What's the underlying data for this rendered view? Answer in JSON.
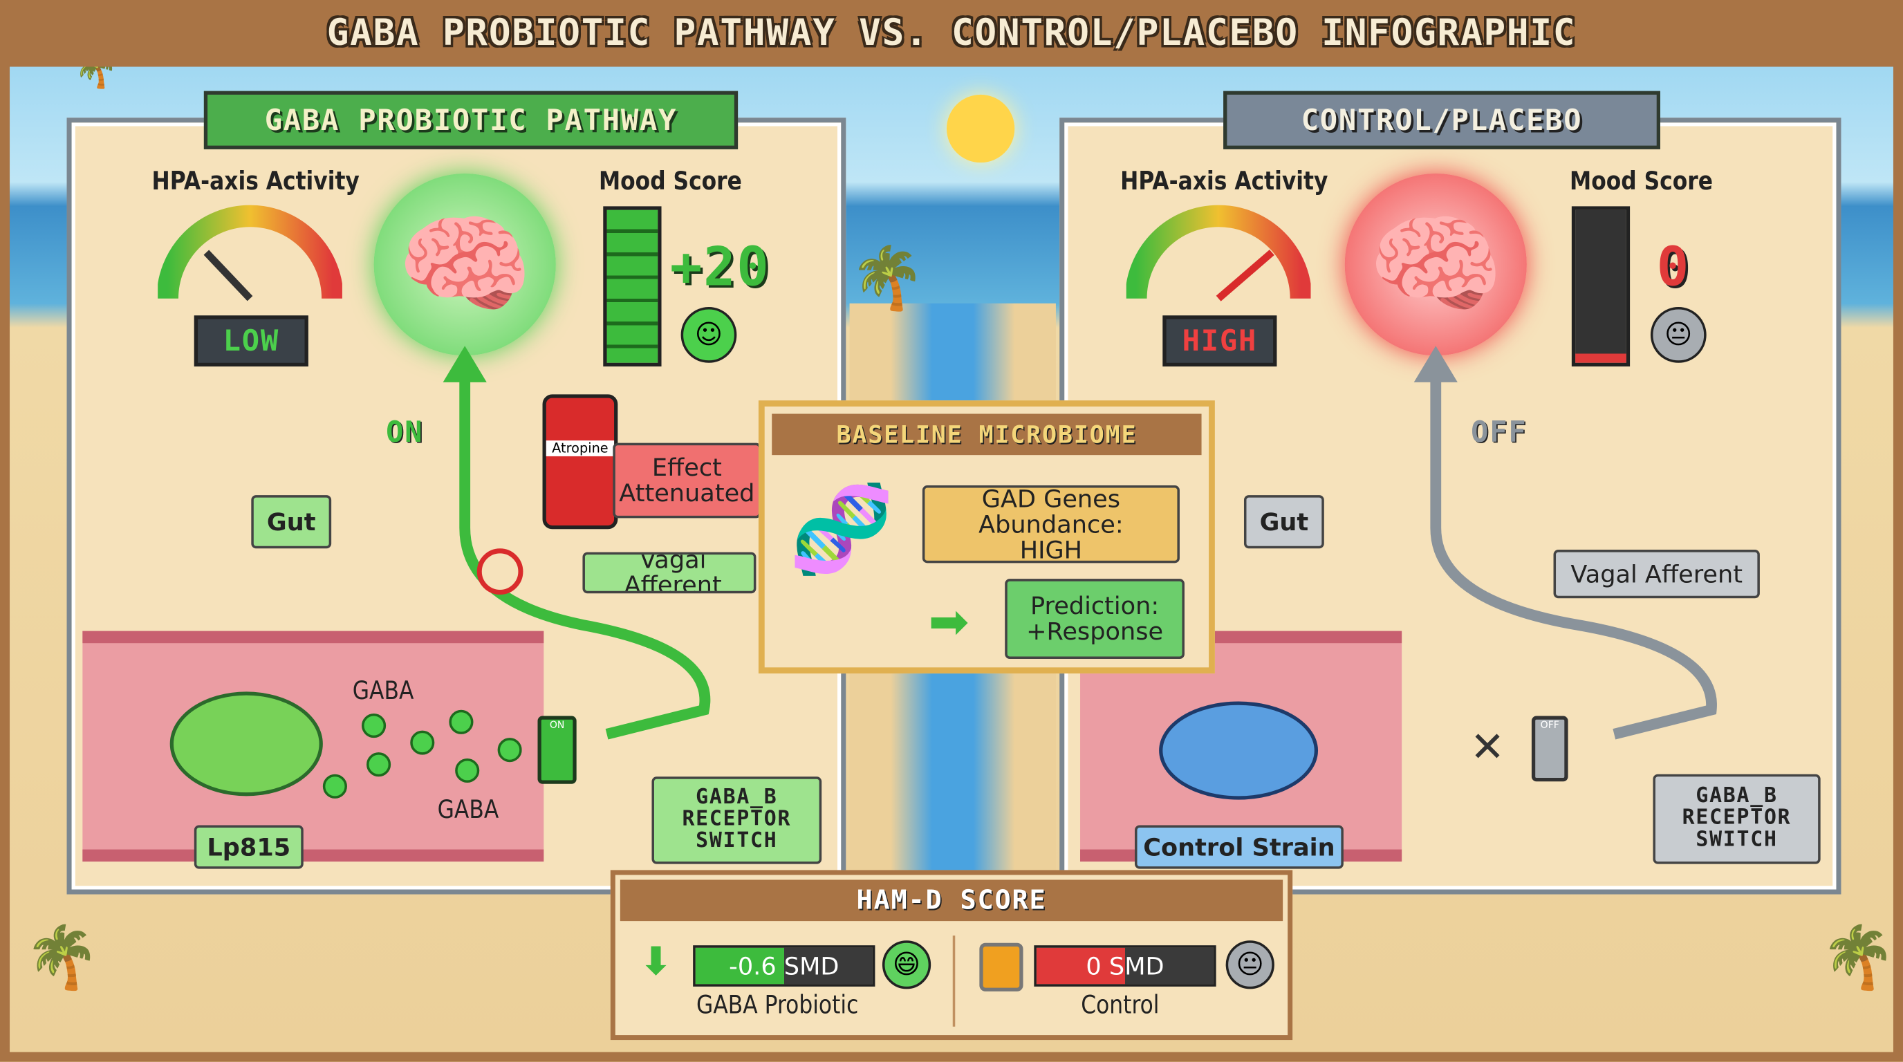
{
  "title": "GABA PROBIOTIC PATHWAY VS. CONTROL/PLACEBO INFOGRAPHIC",
  "colors": {
    "green": "#3dbb3d",
    "red": "#e03a3a",
    "gray": "#8a939b",
    "brown": "#a97445",
    "cream": "#f6e2bb",
    "blue": "#4f93d8"
  },
  "left": {
    "tab": "GABA PROBIOTIC PATHWAY",
    "hpa_label": "HPA-axis Activity",
    "hpa_level": "LOW",
    "hpa_gauge_fraction": 0.25,
    "mood_label": "Mood Score",
    "mood_value": "+20",
    "mood_fill": 1.0,
    "mood_face": "happy-face-icon",
    "vagus_state": "ON",
    "drug": "Atropine",
    "drug_effect": "Effect Attenuated",
    "gut": "Gut",
    "vagal": "Vagal Afferent",
    "gaba1": "GABA",
    "gaba2": "GABA",
    "switch": "ON",
    "strain": "Lp815",
    "receptor": "GABA_B RECEPTOR SWITCH"
  },
  "right": {
    "tab": "CONTROL/PLACEBO",
    "hpa_label": "HPA-axis Activity",
    "hpa_level": "HIGH",
    "hpa_gauge_fraction": 0.8,
    "mood_label": "Mood Score",
    "mood_value": "0",
    "mood_fill": 0.05,
    "mood_face": "neutral-face-icon",
    "vagus_state": "OFF",
    "gut": "Gut",
    "vagal": "Vagal Afferent",
    "switch": "OFF",
    "strain": "Control Strain",
    "receptor": "GABA_B RECEPTOR SWITCH"
  },
  "center": {
    "title": "BASELINE MICROBIOME",
    "gad": "GAD Genes Abundance: HIGH",
    "prediction": "Prediction: +Response"
  },
  "hamd": {
    "title": "HAM-D SCORE",
    "probiotic": {
      "value": "-0.6 SMD",
      "label": "GABA Probiotic",
      "fill": 0.5
    },
    "control": {
      "value": "0 SMD",
      "label": "Control",
      "fill": 0.5
    }
  }
}
